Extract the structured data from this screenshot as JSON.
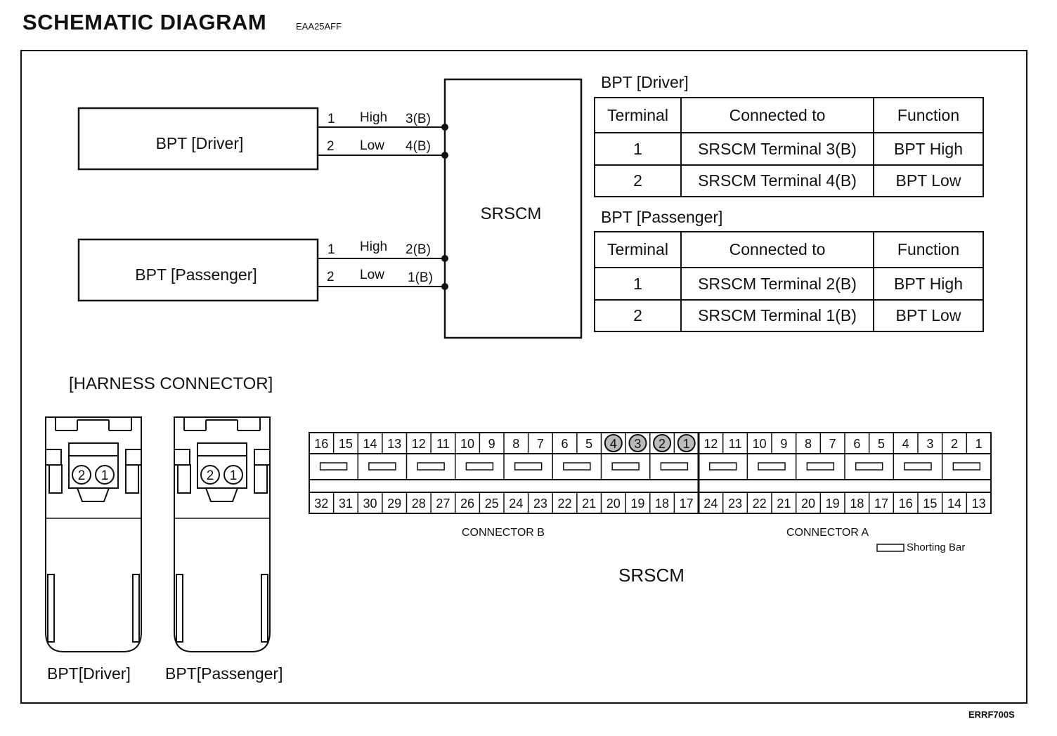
{
  "header": {
    "title": "SCHEMATIC DIAGRAM",
    "code": "EAA25AFF"
  },
  "footer": {
    "code": "ERRF700S"
  },
  "schematic": {
    "bpt_driver_label": "BPT [Driver]",
    "bpt_passenger_label": "BPT [Passenger]",
    "srscm_label": "SRSCM",
    "wires": [
      {
        "pin": "1",
        "signal": "High",
        "terminal": "3(B)"
      },
      {
        "pin": "2",
        "signal": "Low",
        "terminal": "4(B)"
      },
      {
        "pin": "1",
        "signal": "High",
        "terminal": "2(B)"
      },
      {
        "pin": "2",
        "signal": "Low",
        "terminal": "1(B)"
      }
    ]
  },
  "tables": [
    {
      "title": "BPT [Driver]",
      "headers": [
        "Terminal",
        "Connected to",
        "Function"
      ],
      "rows": [
        [
          "1",
          "SRSCM Terminal 3(B)",
          "BPT High"
        ],
        [
          "2",
          "SRSCM Terminal 4(B)",
          "BPT Low"
        ]
      ]
    },
    {
      "title": "BPT [Passenger]",
      "headers": [
        "Terminal",
        "Connected to",
        "Function"
      ],
      "rows": [
        [
          "1",
          "SRSCM Terminal 2(B)",
          "BPT High"
        ],
        [
          "2",
          "SRSCM Terminal 1(B)",
          "BPT Low"
        ]
      ]
    }
  ],
  "harness": {
    "title": "[HARNESS CONNECTOR]",
    "plug_driver_label": "BPT[Driver]",
    "plug_passenger_label": "BPT[Passenger]",
    "plug_pins": [
      "2",
      "1"
    ]
  },
  "connectors": {
    "b_top": [
      "16",
      "15",
      "14",
      "13",
      "12",
      "11",
      "10",
      "9",
      "8",
      "7",
      "6",
      "5",
      "4",
      "3",
      "2",
      "1"
    ],
    "b_bottom": [
      "32",
      "31",
      "30",
      "29",
      "28",
      "27",
      "26",
      "25",
      "24",
      "23",
      "22",
      "21",
      "20",
      "19",
      "18",
      "17"
    ],
    "a_top": [
      "12",
      "11",
      "10",
      "9",
      "8",
      "7",
      "6",
      "5",
      "4",
      "3",
      "2",
      "1"
    ],
    "a_bottom": [
      "24",
      "23",
      "22",
      "21",
      "20",
      "19",
      "18",
      "17",
      "16",
      "15",
      "14",
      "13"
    ],
    "b_label": "CONNECTOR B",
    "a_label": "CONNECTOR A",
    "legend": "Shorting Bar",
    "srscm_label": "SRSCM"
  }
}
